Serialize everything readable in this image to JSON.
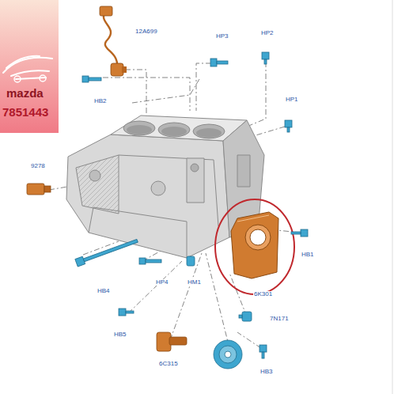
{
  "diagram": {
    "labels": [
      "12A699",
      "HP3",
      "HP2",
      "HP1",
      "HB2",
      "9278",
      "HB1",
      "6K301",
      "7N171",
      "HB4",
      "HP4",
      "HM1",
      "HB5",
      "6C315",
      "HB3",
      "mazda",
      "7851443"
    ]
  }
}
